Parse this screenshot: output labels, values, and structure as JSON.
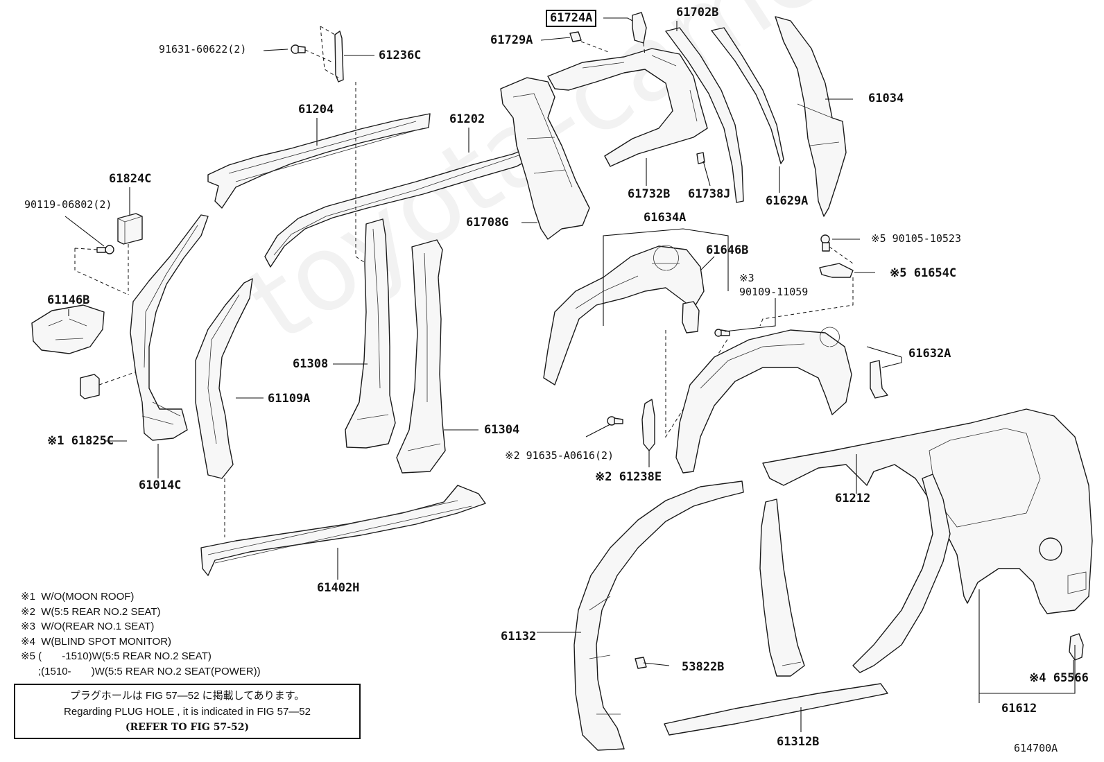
{
  "watermark": "toyota-camera.ru",
  "figure_code": "614700A",
  "labels": {
    "p61724A": "61724A",
    "p61729A": "61729A",
    "p61702B": "61702B",
    "p91631": "91631-60622(2)",
    "p61236C": "61236C",
    "p61204": "61204",
    "p61202": "61202",
    "p61034": "61034",
    "p61732B": "61732B",
    "p61738J": "61738J",
    "p61629A": "61629A",
    "p61824C": "61824C",
    "p90119": "90119-06802(2)",
    "p61708G": "61708G",
    "p61634A": "61634A",
    "p90105": "※5 90105-10523",
    "p61646B": "61646B",
    "p90109_mark": "※3",
    "p90109": "90109-11059",
    "p61654C": "※5 61654C",
    "p61146B": "61146B",
    "p61308": "61308",
    "p61632A": "61632A",
    "p61109A": "61109A",
    "p61825C": "※1 61825C",
    "p61304": "61304",
    "p91635": "※2 91635-A0616(2)",
    "p61014C": "61014C",
    "p61238E": "※2 61238E",
    "p61212": "61212",
    "p61402H": "61402H",
    "p61132": "61132",
    "p53822B": "53822B",
    "p65566": "※4 65566",
    "p61612": "61612",
    "p61312B": "61312B"
  },
  "notes": [
    "※1  W/O(MOON ROOF)",
    "※2  W(5:5 REAR NO.2 SEAT)",
    "※3  W/O(REAR NO.1 SEAT)",
    "※4  W(BLIND SPOT MONITOR)",
    "※5 (       -1510)W(5:5 REAR NO.2 SEAT)",
    "      ;(1510-       )W(5:5 REAR NO.2 SEAT(POWER))"
  ],
  "plug_hole": {
    "jp": "プラグホールは FIG 57―52 に掲載してあります。",
    "en": "Regarding  PLUG  HOLE , it is indicated in  FIG  57―52",
    "ref": "(REFER TO FIG 57-52)"
  }
}
